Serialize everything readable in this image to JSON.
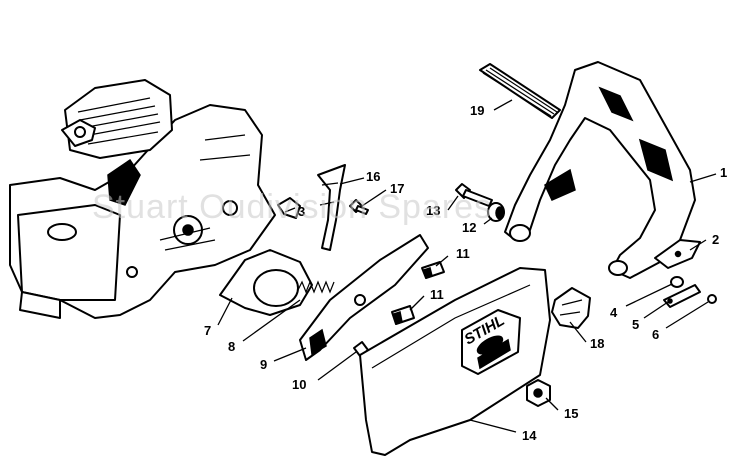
{
  "watermark": "Stuart Oudivision Spares",
  "brand_text": "STIHL",
  "callouts": {
    "n1": "1",
    "n2": "2",
    "n3": "3",
    "n4": "4",
    "n5": "5",
    "n6": "6",
    "n7": "7",
    "n8": "8",
    "n9": "9",
    "n10": "10",
    "n11a": "11",
    "n11b": "11",
    "n12": "12",
    "n13": "13",
    "n14": "14",
    "n15": "15",
    "n16": "16",
    "n17": "17",
    "n18": "18",
    "n19": "19"
  }
}
